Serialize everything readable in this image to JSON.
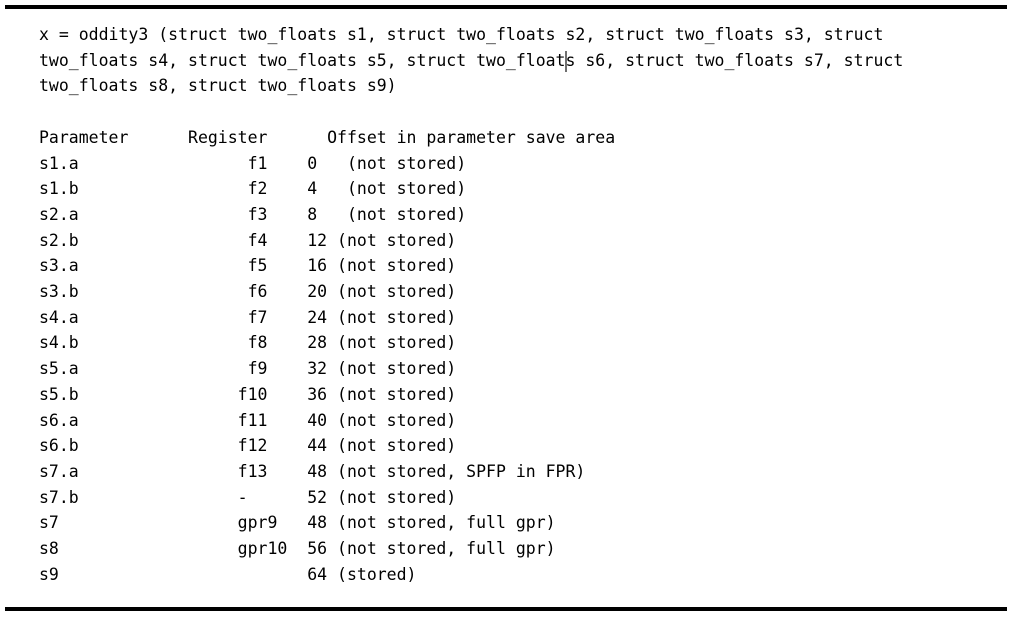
{
  "figure": {
    "kind": "code-listing",
    "rule_color": "#000000",
    "background": "#ffffff",
    "text_color": "#000000",
    "caret_color": "#6f6f6f"
  },
  "signature": {
    "lines": [
      "x = oddity3 (struct two_floats s1, struct two_floats s2, struct two_floats s3, struct",
      "two_floats s4, struct two_floats s5, struct two_floats s6, struct two_floats s7, struct",
      "two_floats s8, struct two_floats s9)"
    ],
    "caret": {
      "line_index": 1,
      "before": "two_floats s4, struct two_floats s5, struct two_float",
      "after": "s s6, struct two_floats s7, struct"
    }
  },
  "table": {
    "header_line": "Parameter      Register      Offset in parameter save area",
    "columns": [
      "Parameter",
      "Register",
      "Offset in parameter save area"
    ],
    "rows": [
      {
        "line": "s1.a                 f1    0   (not stored)",
        "parameter": "s1.a",
        "register": "f1",
        "offset": "0",
        "note": "(not stored)"
      },
      {
        "line": "s1.b                 f2    4   (not stored)",
        "parameter": "s1.b",
        "register": "f2",
        "offset": "4",
        "note": "(not stored)"
      },
      {
        "line": "s2.a                 f3    8   (not stored)",
        "parameter": "s2.a",
        "register": "f3",
        "offset": "8",
        "note": "(not stored)"
      },
      {
        "line": "s2.b                 f4    12 (not stored)",
        "parameter": "s2.b",
        "register": "f4",
        "offset": "12",
        "note": "(not stored)"
      },
      {
        "line": "s3.a                 f5    16 (not stored)",
        "parameter": "s3.a",
        "register": "f5",
        "offset": "16",
        "note": "(not stored)"
      },
      {
        "line": "s3.b                 f6    20 (not stored)",
        "parameter": "s3.b",
        "register": "f6",
        "offset": "20",
        "note": "(not stored)"
      },
      {
        "line": "s4.a                 f7    24 (not stored)",
        "parameter": "s4.a",
        "register": "f7",
        "offset": "24",
        "note": "(not stored)"
      },
      {
        "line": "s4.b                 f8    28 (not stored)",
        "parameter": "s4.b",
        "register": "f8",
        "offset": "28",
        "note": "(not stored)"
      },
      {
        "line": "s5.a                 f9    32 (not stored)",
        "parameter": "s5.a",
        "register": "f9",
        "offset": "32",
        "note": "(not stored)"
      },
      {
        "line": "s5.b                f10    36 (not stored)",
        "parameter": "s5.b",
        "register": "f10",
        "offset": "36",
        "note": "(not stored)"
      },
      {
        "line": "s6.a                f11    40 (not stored)",
        "parameter": "s6.a",
        "register": "f11",
        "offset": "40",
        "note": "(not stored)"
      },
      {
        "line": "s6.b                f12    44 (not stored)",
        "parameter": "s6.b",
        "register": "f12",
        "offset": "44",
        "note": "(not stored)"
      },
      {
        "line": "s7.a                f13    48 (not stored, SPFP in FPR)",
        "parameter": "s7.a",
        "register": "f13",
        "offset": "48",
        "note": "(not stored, SPFP in FPR)"
      },
      {
        "line": "s7.b                -      52 (not stored)",
        "parameter": "s7.b",
        "register": "-",
        "offset": "52",
        "note": "(not stored)"
      },
      {
        "line": "s7                  gpr9   48 (not stored, full gpr)",
        "parameter": "s7",
        "register": "gpr9",
        "offset": "48",
        "note": "(not stored, full gpr)"
      },
      {
        "line": "s8                  gpr10  56 (not stored, full gpr)",
        "parameter": "s8",
        "register": "gpr10",
        "offset": "56",
        "note": "(not stored, full gpr)"
      },
      {
        "line": "s9                         64 (stored)",
        "parameter": "s9",
        "register": "",
        "offset": "64",
        "note": "(stored)"
      }
    ]
  }
}
